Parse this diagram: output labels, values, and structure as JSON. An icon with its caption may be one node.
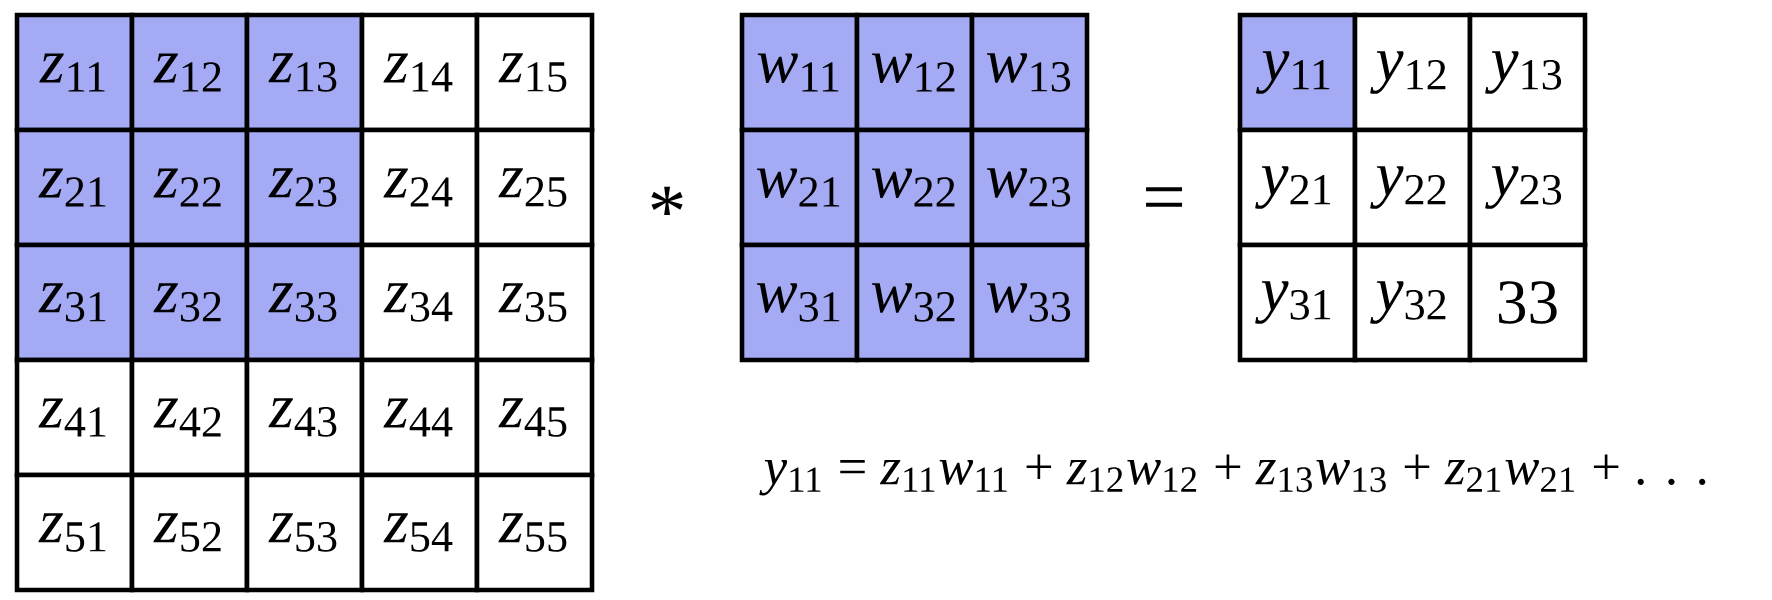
{
  "diagram": {
    "nodes": [
      {
        "text": [
          "*z*$_{11}$"
        ]
      },
      {
        "text": [
          "*z*$_{12}$"
        ]
      },
      {
        "text": [
          "*z*$_{13}$"
        ]
      },
      {
        "text": [
          "*z*$_{14}$"
        ]
      },
      {
        "text": [
          "*z*$_{15}$"
        ]
      },
      {
        "text": [
          "*z*$_{21}$"
        ]
      },
      {
        "text": [
          "*z*$_{22}$"
        ]
      },
      {
        "text": [
          "*z*$_{23}$"
        ]
      },
      {
        "text": [
          "*z*$_{24}$"
        ]
      },
      {
        "text": [
          "*z*$_{25}$"
        ]
      },
      {
        "text": [
          "*z*$_{31}$"
        ]
      },
      {
        "text": [
          "*z*$_{32}$"
        ]
      },
      {
        "text": [
          "*z*$_{33}$"
        ]
      },
      {
        "text": [
          "*z*$_{34}$"
        ]
      },
      {
        "text": [
          "*z*$_{35}$"
        ]
      },
      {
        "text": [
          "*z*$_{41}$"
        ]
      },
      {
        "text": [
          "*z*$_{42}$"
        ]
      },
      {
        "text": [
          "*z*$_{43}$"
        ]
      },
      {
        "text": [
          "*z*$_{44}$"
        ]
      },
      {
        "text": [
          "*z*$_{45}$"
        ]
      },
      {
        "text": [
          "*z*$_{51}$"
        ]
      },
      {
        "text": [
          "*z*$_{52}$"
        ]
      },
      {
        "text": [
          "*z*$_{53}$"
        ]
      },
      {
        "text": [
          "*z*$_{54}$"
        ]
      },
      {
        "text": [
          "*z*$_{55}$"
        ]
      },
      {
        "text": [
          "*w*$_{11}$"
        ]
      },
      {
        "text": [
          "*w*$_{12}$"
        ]
      },
      {
        "text": [
          "*w*$_{13}$"
        ]
      },
      {
        "text": [
          "*w*$_{21}$"
        ]
      },
      {
        "text": [
          "*w*$_{22}$"
        ]
      },
      {
        "text": [
          "*w*$_{23}$"
        ]
      },
      {
        "text": [
          "*w*$_{31}$"
        ]
      },
      {
        "text": [
          "*w*$_{32}$"
        ]
      },
      {
        "text": [
          "*w*$_{33}$"
        ]
      },
      {
        "text": [
          "*y*$_{11}$"
        ]
      },
      {
        "text": [
          "*y*$_{12}$"
        ]
      },
      {
        "text": [
          "*y*$_{13}$"
        ]
      },
      {
        "text": [
          "*y*$_{21}$"
        ]
      },
      {
        "text": [
          "*y*$_{22}$"
        ]
      },
      {
        "text": [
          "*y*$_{23}$"
        ]
      },
      {
        "text": [
          "*y*$_{31}$"
        ]
      },
      {
        "text": [
          "*y*$_{32}$"
        ]
      },
      {
        "text": [
          "33"
        ]
      }
    ],
    "labels": [
      "*",
      "=",
      "*y*$_{11}$ = *z*$_{11}$*w*$_{11}$ + *z*$_{12}$*w*$_{12}$ + *z*$_{13}$*w*$_{13}$ + *z*$_{21}$*w*$_{21}$ + . . ."
    ]
  }
}
